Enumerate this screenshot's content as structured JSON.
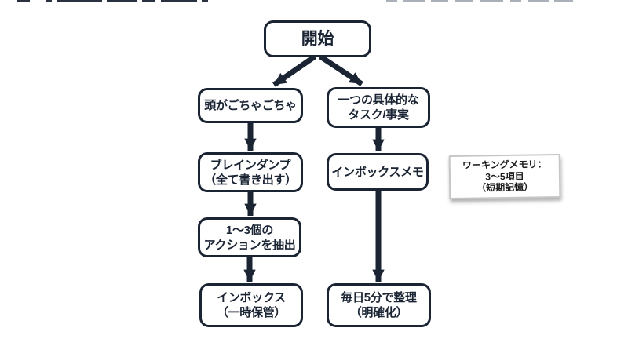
{
  "title": "GTD style flowchart (Japanese)",
  "colors": {
    "background": "#ffffff",
    "node_border": "#1a2433",
    "node_text": "#1a2433",
    "arrow": "#1a2433",
    "note_border": "#c6c6c6",
    "note_text": "#1c1c1c"
  },
  "flowchart": {
    "start": {
      "label": "開始"
    },
    "left_branch": [
      {
        "lines": [
          "頭がごちゃごちゃ"
        ]
      },
      {
        "lines": [
          "ブレインダンプ",
          "（全て書き出す）"
        ]
      },
      {
        "lines": [
          "1〜3個の",
          "アクションを抽出"
        ]
      },
      {
        "lines": [
          "インボックス",
          "（一時保管）"
        ]
      }
    ],
    "right_branch": [
      {
        "lines": [
          "一つの具体的な",
          "タスク/事実"
        ]
      },
      {
        "lines": [
          "インボックスメモ"
        ]
      },
      {
        "lines": [
          "毎日5分で整理",
          "（明確化）"
        ]
      }
    ],
    "side_note": {
      "lines": [
        "ワーキングメモリ：",
        "3〜5項目",
        "（短期記憶）"
      ]
    }
  }
}
